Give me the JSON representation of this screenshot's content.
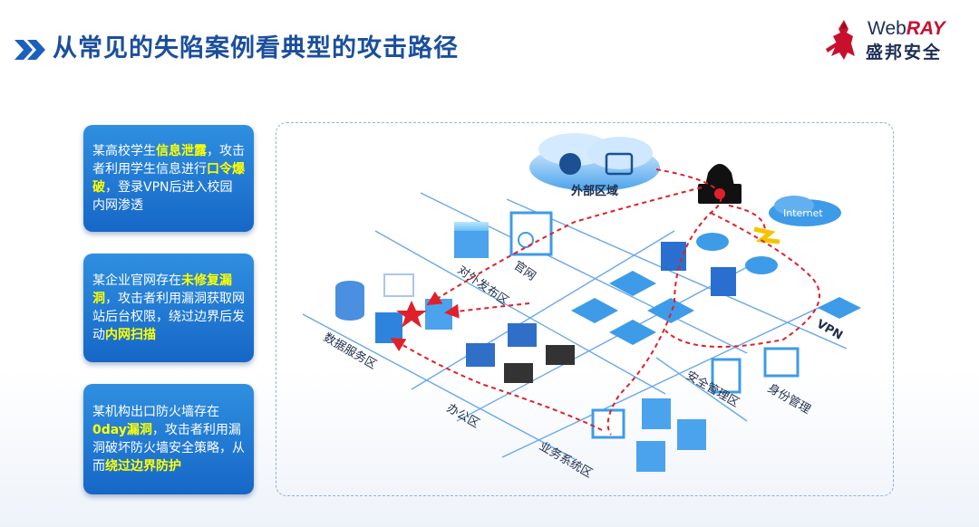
{
  "header": {
    "title": "从常见的失陷案例看典型的攻击路径"
  },
  "logo": {
    "en_prefix": "Web",
    "en_suffix": "RAY",
    "cn": "盛邦安全"
  },
  "cards": [
    {
      "segments": [
        {
          "text": "某高校学生",
          "highlight": false
        },
        {
          "text": "信息泄露",
          "highlight": true
        },
        {
          "text": "，攻击者利用学生信息进行",
          "highlight": false
        },
        {
          "text": "口令爆破",
          "highlight": true
        },
        {
          "text": "，登录VPN后进入校园内网渗透",
          "highlight": false
        }
      ]
    },
    {
      "segments": [
        {
          "text": "某企业官网存在",
          "highlight": false
        },
        {
          "text": "未修复漏洞",
          "highlight": true
        },
        {
          "text": "，攻击者利用漏洞获取网站后台权限，绕过边界后发动",
          "highlight": false
        },
        {
          "text": "内网扫描",
          "highlight": true
        }
      ]
    },
    {
      "segments": [
        {
          "text": "某机构出口防火墙存在",
          "highlight": false
        },
        {
          "text": "0day漏洞",
          "highlight": true
        },
        {
          "text": "，攻击者利用漏洞破坏防火墙安全策略，从而",
          "highlight": false
        },
        {
          "text": "绕过边界防护",
          "highlight": true
        }
      ]
    }
  ],
  "diagram": {
    "external_zone": "外部区域",
    "internet": "Internet",
    "web_zone": "对外发布区",
    "website": "官网",
    "data_zone": "数据服务区",
    "office_zone": "办公区",
    "business_zone": "业务系统区",
    "security_zone": "安全管理区",
    "identity": "身份管理",
    "vpn": "VPN"
  },
  "colors": {
    "title": "#1b4f9c",
    "card": "#1e78d6",
    "highlight": "#ffff00",
    "attack_path": "#e0202a",
    "grid_line": "#5aa0e6"
  }
}
